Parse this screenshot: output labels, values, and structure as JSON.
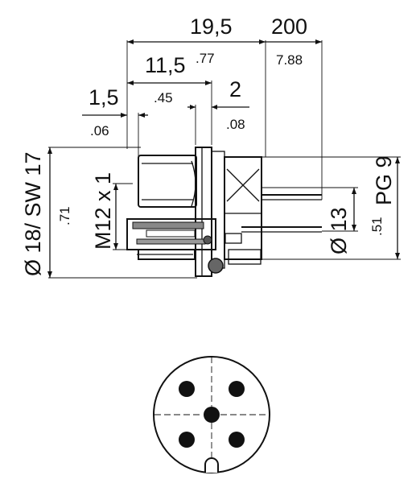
{
  "dims": {
    "total_mm": "19,5",
    "total_in": ".77",
    "cable_mm": "200",
    "cable_in": "7.88",
    "housing_mm": "11,5",
    "housing_in": ".45",
    "flange_mm": "1,5",
    "flange_in": ".06",
    "nut_mm": "2",
    "nut_in": ".08",
    "dia_label": "Ø 18/ SW 17",
    "dia_in": ".71",
    "thread_label": "M12 x 1",
    "pg_label": "PG 9",
    "inner_dia_label": "Ø 13",
    "inner_dia_in": ".51"
  },
  "pinout": {
    "pin_count": 5
  }
}
